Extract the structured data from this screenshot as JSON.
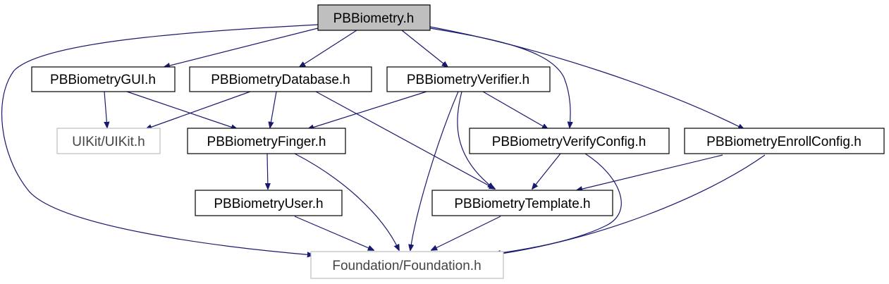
{
  "nodes": {
    "root": {
      "label": "PBBiometry.h"
    },
    "gui": {
      "label": "PBBiometryGUI.h"
    },
    "database": {
      "label": "PBBiometryDatabase.h"
    },
    "verifier": {
      "label": "PBBiometryVerifier.h"
    },
    "uikit": {
      "label": "UIKit/UIKit.h"
    },
    "finger": {
      "label": "PBBiometryFinger.h"
    },
    "verifyconfig": {
      "label": "PBBiometryVerifyConfig.h"
    },
    "enrollconfig": {
      "label": "PBBiometryEnrollConfig.h"
    },
    "user": {
      "label": "PBBiometryUser.h"
    },
    "template": {
      "label": "PBBiometryTemplate.h"
    },
    "foundation": {
      "label": "Foundation/Foundation.h"
    }
  },
  "colors": {
    "edge": "#191970",
    "root_fill": "#bfbfbf",
    "external_border": "#bfbfbf"
  }
}
